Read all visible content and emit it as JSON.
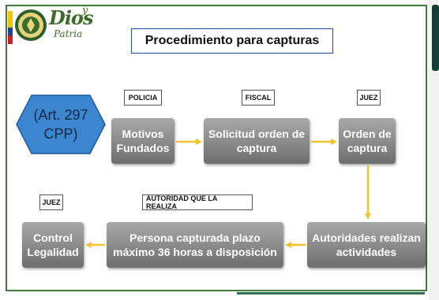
{
  "brand": {
    "word_main": "Dios",
    "word_y": "y",
    "word_second": "Patria"
  },
  "title": "Procedimiento para capturas",
  "hexagon": "(Art. 297\nCPP)",
  "tags": {
    "policia": "POLICIA",
    "fiscal": "FISCAL",
    "juez_top": "JUEZ",
    "juez_bottom": "JUEZ",
    "autoridad": "AUTORIDAD QUE LA REALIZA"
  },
  "boxes": {
    "motivos": "Motivos\nFundados",
    "solicitud": "Solicitud orden de\ncaptura",
    "orden": "Orden de\ncaptura",
    "autoridades": "Autoridades realizan\nactividades",
    "persona": "Persona capturada plazo\nmáximo 36 horas a disposición",
    "control": "Control\nLegalidad"
  },
  "colors": {
    "frame": "#3f7a36",
    "hexagon_fill": "#3b86cf",
    "box_fill": "#8a8a8a",
    "arrow": "#f2c230",
    "title_border": "#1f4f9a"
  }
}
